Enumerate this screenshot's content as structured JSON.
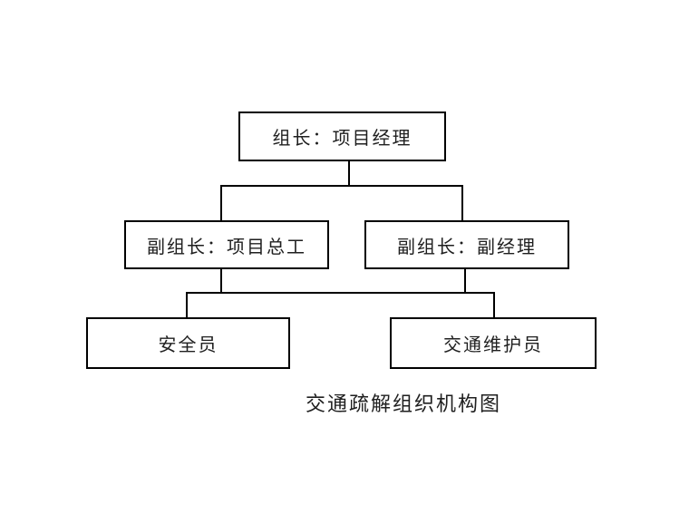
{
  "page": {
    "background_color": "#ffffff",
    "line_color": "#000000",
    "text_color": "#1f1f1f"
  },
  "chart_data": {
    "type": "org-chart",
    "caption": "交通疏解组织机构图",
    "nodes": [
      {
        "id": "leader",
        "level": 1,
        "label": "组长：项目经理"
      },
      {
        "id": "deputy-chief-engineer",
        "level": 2,
        "label": "副组长：项目总工"
      },
      {
        "id": "deputy-manager",
        "level": 2,
        "label": "副组长：副经理"
      },
      {
        "id": "safety-officer",
        "level": 3,
        "label": "安全员"
      },
      {
        "id": "traffic-maintainer",
        "level": 3,
        "label": "交通维护员"
      }
    ],
    "edges": [
      {
        "from": "leader",
        "to": "deputy-chief-engineer"
      },
      {
        "from": "leader",
        "to": "deputy-manager"
      },
      {
        "from": "deputy-chief-engineer",
        "to": "safety-officer"
      },
      {
        "from": "deputy-chief-engineer",
        "to": "traffic-maintainer"
      },
      {
        "from": "deputy-manager",
        "to": "safety-officer"
      },
      {
        "from": "deputy-manager",
        "to": "traffic-maintainer"
      }
    ]
  }
}
